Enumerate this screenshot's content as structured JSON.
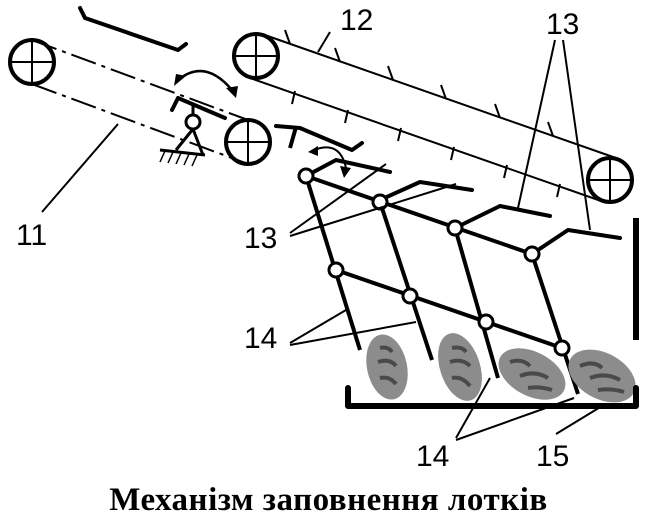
{
  "labels": {
    "l11": "11",
    "l12": "12",
    "l13_top": "13",
    "l13_left": "13",
    "l14_left": "14",
    "l14_bottom": "14",
    "l15": "15"
  },
  "caption": "Механізм заповнення лотків",
  "colors": {
    "ink": "#000000",
    "loaf": "#8c8c8c",
    "loaf_mark": "#4a4a4a"
  }
}
